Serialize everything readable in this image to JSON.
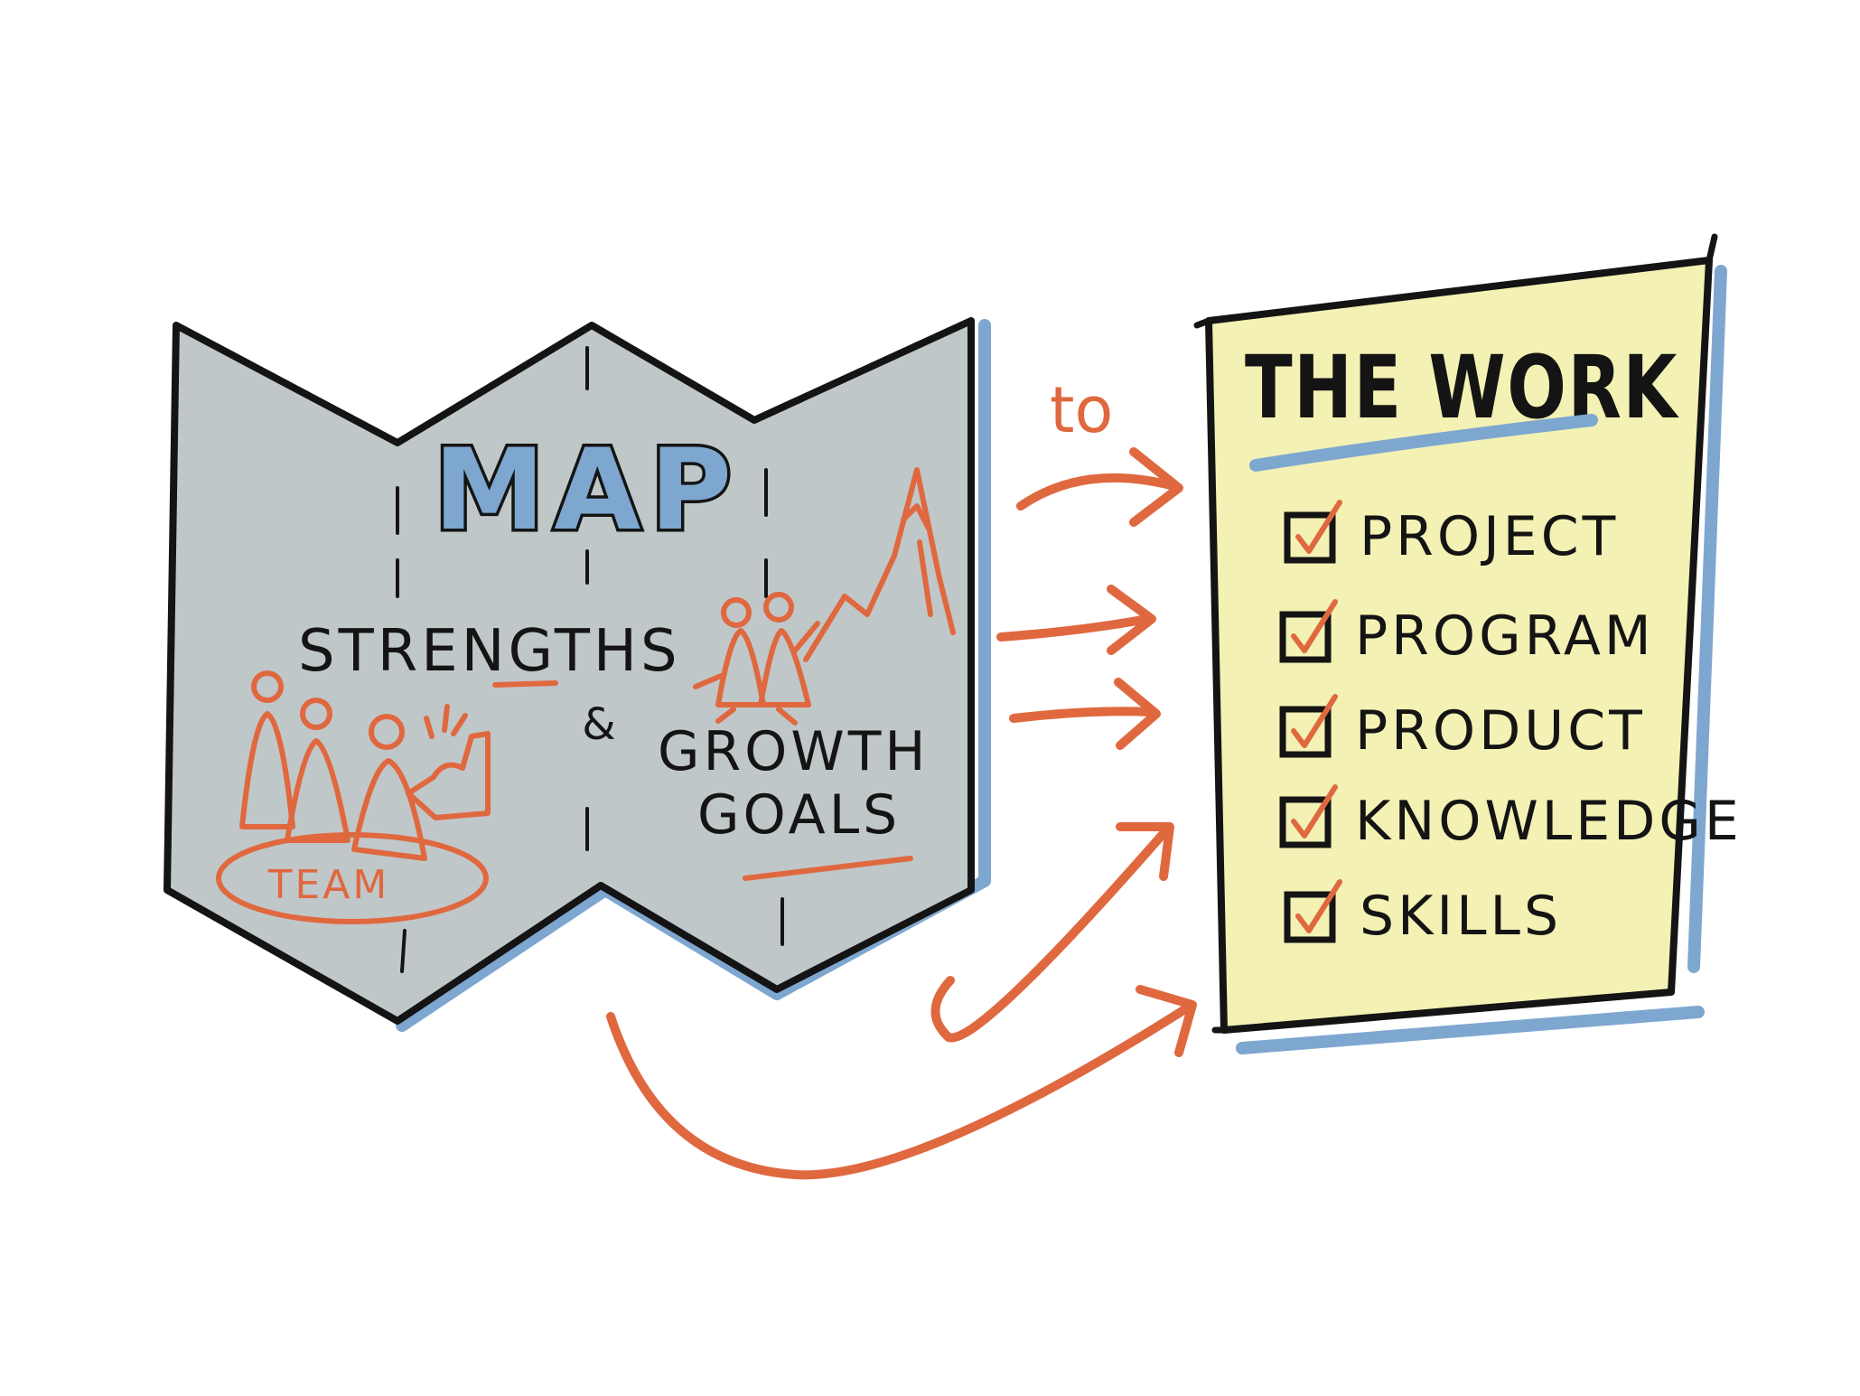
{
  "colors": {
    "ink": "#141414",
    "accent": "#e0683f",
    "shadow": "#7ea7d0",
    "map_fill": "#c0c7c8",
    "map_title_fill": "#7ea7d0",
    "card_fill": "#f3f1b4"
  },
  "map": {
    "title": "MAP",
    "strengths": "STRENGTHS",
    "ampersand": "&",
    "growth": "GROWTH",
    "goals": "GOALS",
    "team": "TEAM"
  },
  "connector": {
    "label": "to"
  },
  "work": {
    "title": "THE WORK",
    "items": [
      {
        "label": "PROJECT",
        "checked": true
      },
      {
        "label": "PROGRAM",
        "checked": true
      },
      {
        "label": "PRODUCT",
        "checked": true
      },
      {
        "label": "KNOWLEDGE",
        "checked": true
      },
      {
        "label": "SKILLS",
        "checked": true
      }
    ]
  }
}
